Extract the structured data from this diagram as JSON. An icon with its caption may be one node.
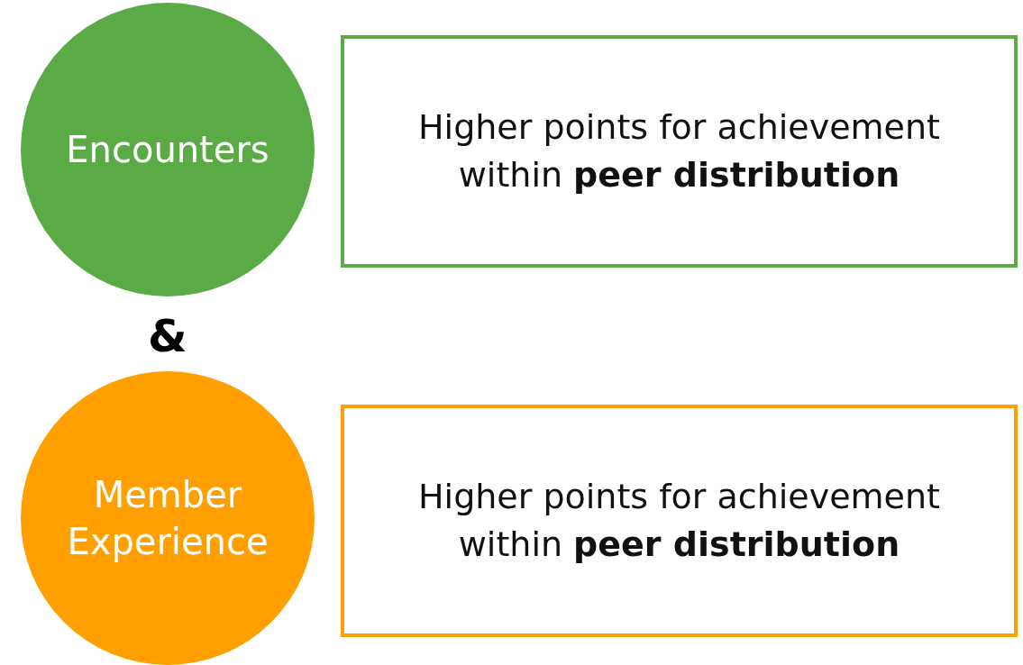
{
  "diagram": {
    "nodes": [
      {
        "text": [
          "Encounters"
        ]
      },
      {
        "text": [
          "Higher points for achievement within **peer distribution**"
        ]
      },
      {
        "text": [
          "Member Experience"
        ]
      },
      {
        "text": [
          "Higher points for achievement within **peer distribution**"
        ]
      }
    ],
    "labels": [
      "&"
    ]
  }
}
